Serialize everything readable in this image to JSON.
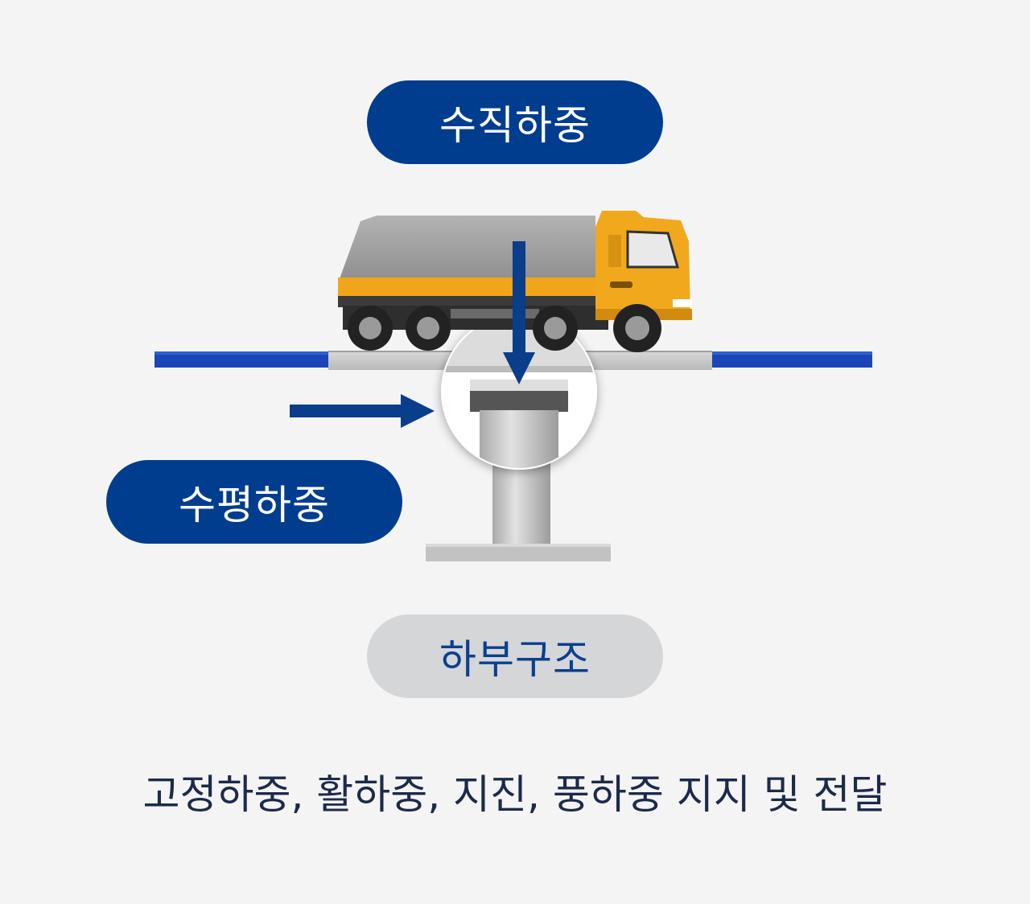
{
  "labels": {
    "vertical_load": "수직하중",
    "horizontal_load": "수평하중",
    "substructure": "하부구조",
    "caption": "고정하중, 활하중, 지진, 풍하중 지지 및 전달"
  },
  "colors": {
    "background": "#f4f4f4",
    "pill_blue": "#003d8f",
    "pill_gray": "#d5d6d8",
    "arrow": "#0a3d8a",
    "deck_blue": "#1a46b8",
    "truck_cab": "#f2a81c",
    "truck_body": "#9a9a9a",
    "concrete": "#c9c9c9"
  },
  "icons": [
    "truck-icon",
    "vertical-arrow-icon",
    "horizontal-arrow-icon",
    "pier-icon"
  ]
}
